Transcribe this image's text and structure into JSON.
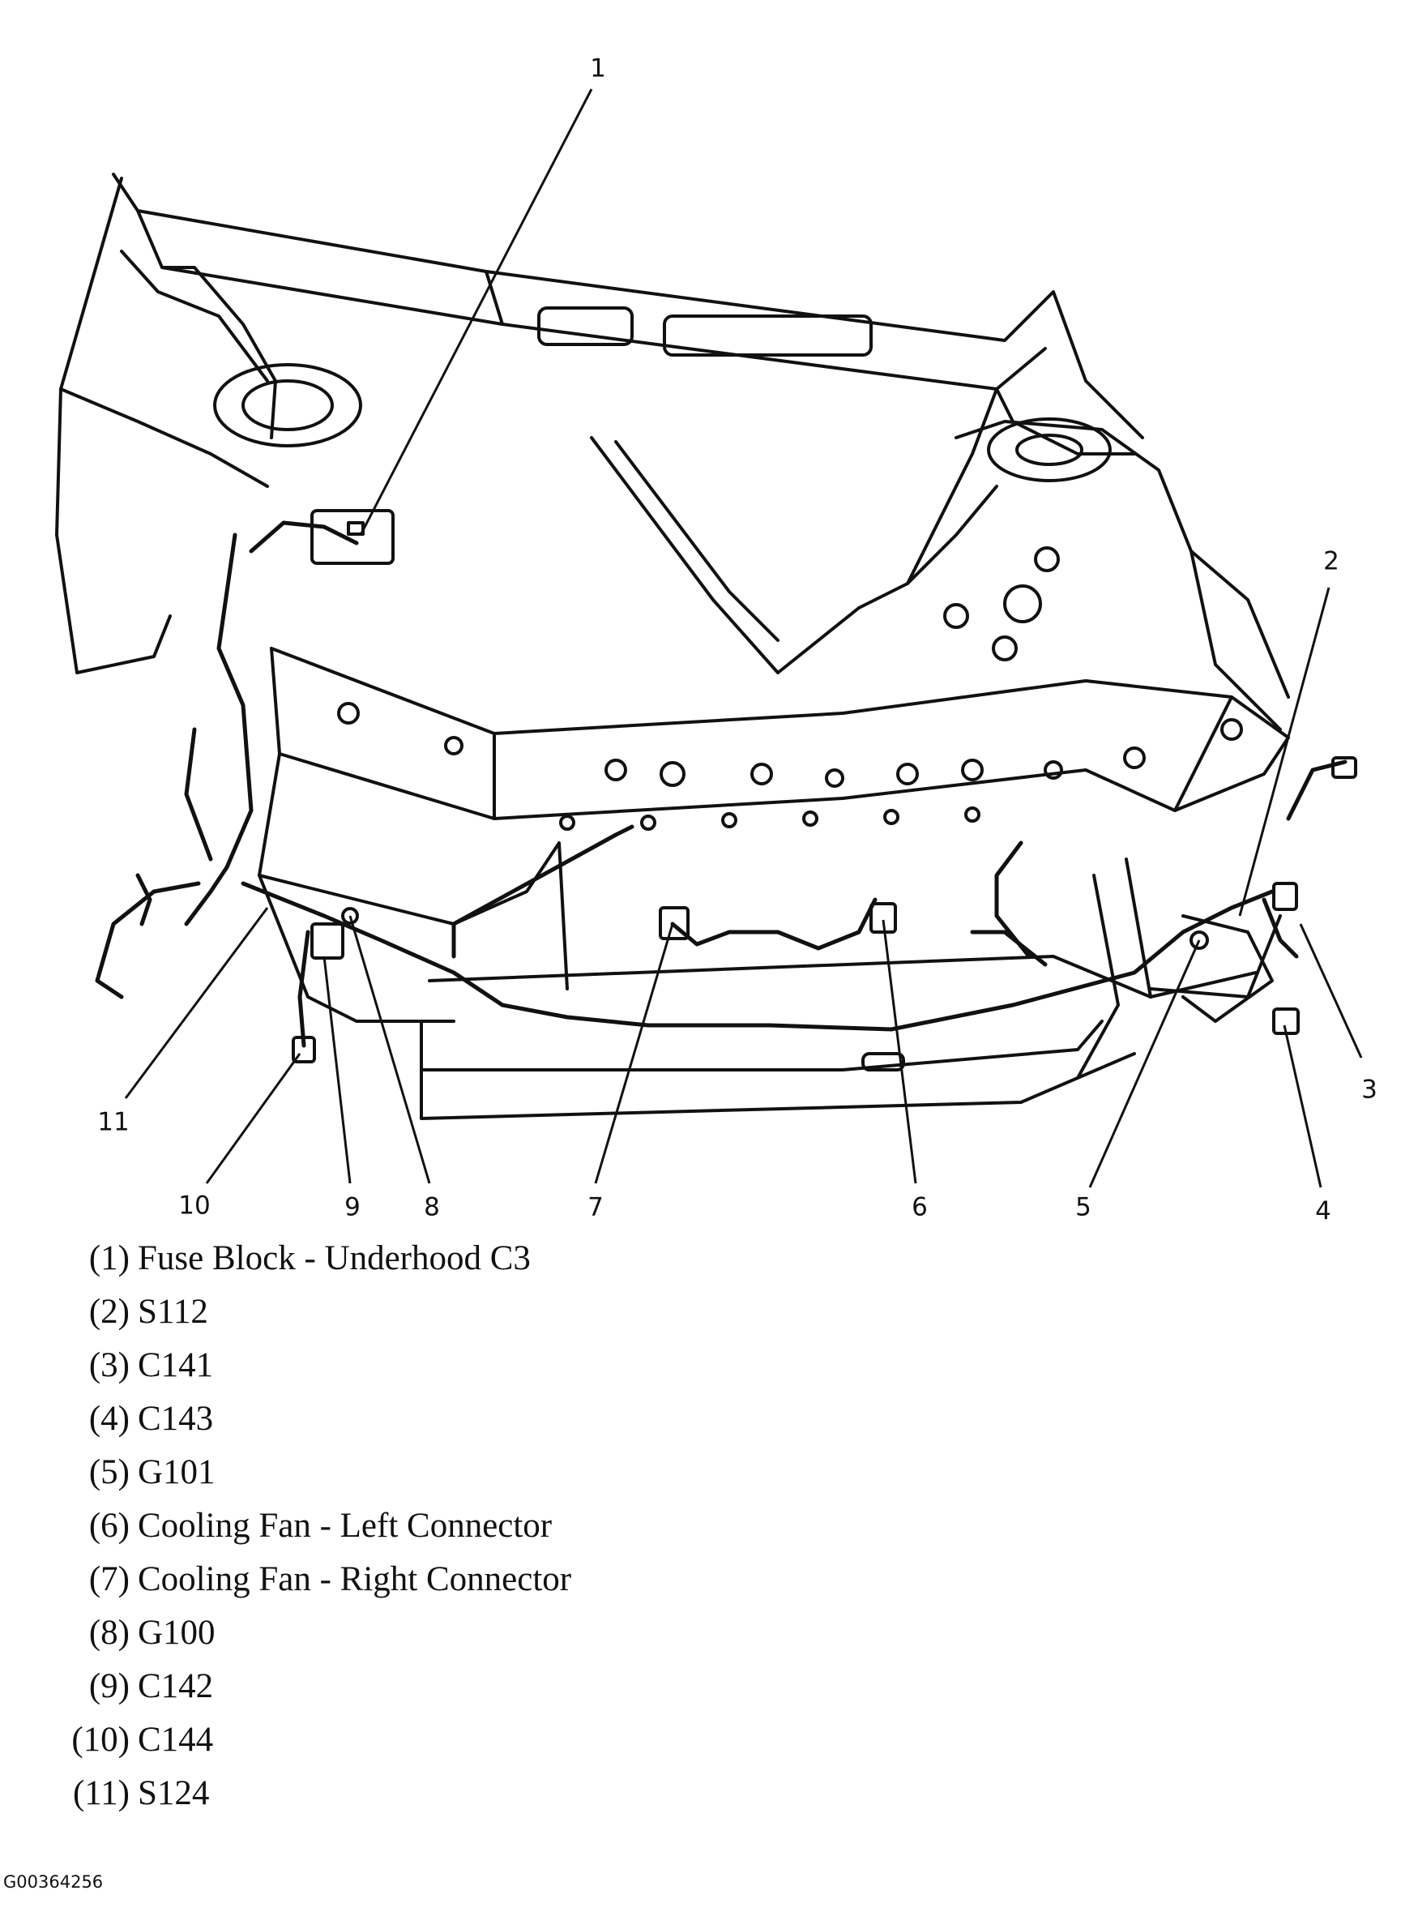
{
  "callouts": [
    {
      "number": "1"
    },
    {
      "number": "2"
    },
    {
      "number": "3"
    },
    {
      "number": "4"
    },
    {
      "number": "5"
    },
    {
      "number": "6"
    },
    {
      "number": "7"
    },
    {
      "number": "8"
    },
    {
      "number": "9"
    },
    {
      "number": "10"
    },
    {
      "number": "11"
    }
  ],
  "legend": [
    {
      "num": "(1)",
      "text": "Fuse Block - Underhood C3"
    },
    {
      "num": "(2)",
      "text": "S112"
    },
    {
      "num": "(3)",
      "text": "C141"
    },
    {
      "num": "(4)",
      "text": "C143"
    },
    {
      "num": "(5)",
      "text": "G101"
    },
    {
      "num": "(6)",
      "text": "Cooling Fan - Left Connector"
    },
    {
      "num": "(7)",
      "text": "Cooling Fan - Right Connector"
    },
    {
      "num": "(8)",
      "text": "G100"
    },
    {
      "num": "(9)",
      "text": "C142"
    },
    {
      "num": "(10)",
      "text": "C144"
    },
    {
      "num": "(11)",
      "text": "S124"
    }
  ],
  "figure_id": "G00364256"
}
